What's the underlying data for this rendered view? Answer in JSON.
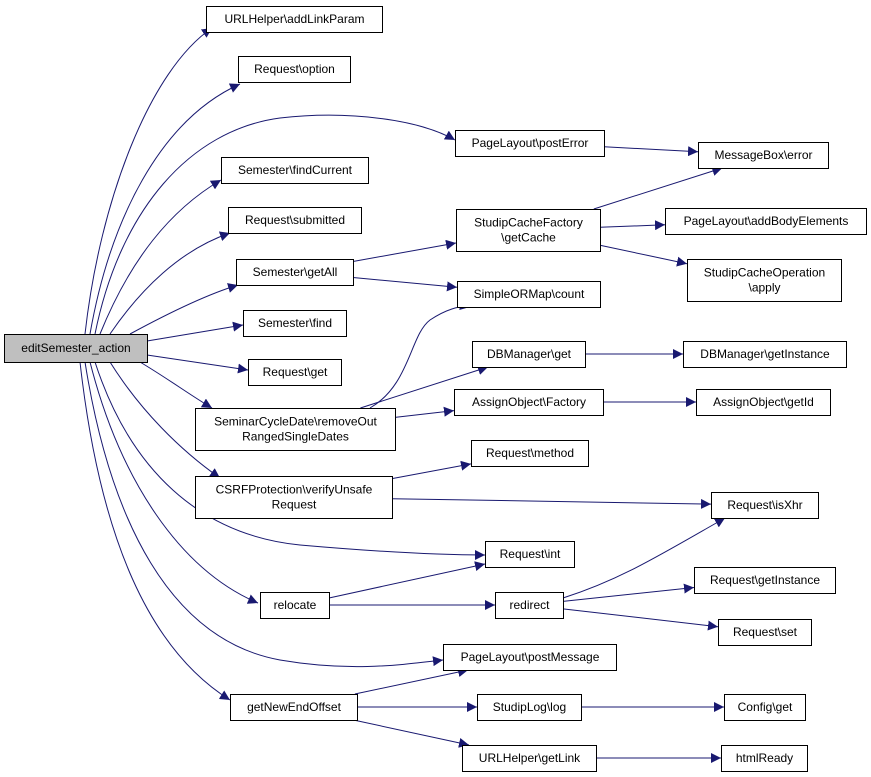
{
  "diagram": {
    "type": "call-graph",
    "edge_color": "#191970",
    "root_fill": "#bfbfbf",
    "nodes": [
      {
        "id": "root",
        "label": [
          "editSemester_action"
        ],
        "root": true
      },
      {
        "id": "urlhelper-addlinkparam",
        "label": [
          "URLHelper\\addLinkParam"
        ]
      },
      {
        "id": "request-option",
        "label": [
          "Request\\option"
        ]
      },
      {
        "id": "pagelayout-posterror",
        "label": [
          "PageLayout\\postError"
        ]
      },
      {
        "id": "messagebox-error",
        "label": [
          "MessageBox\\error"
        ]
      },
      {
        "id": "semester-findcurrent",
        "label": [
          "Semester\\findCurrent"
        ]
      },
      {
        "id": "request-submitted",
        "label": [
          "Request\\submitted"
        ]
      },
      {
        "id": "studipcachefactory-getcache",
        "label": [
          "StudipCacheFactory",
          "\\getCache"
        ]
      },
      {
        "id": "pagelayout-addbodyelements",
        "label": [
          "PageLayout\\addBodyElements"
        ]
      },
      {
        "id": "semester-getall",
        "label": [
          "Semester\\getAll"
        ]
      },
      {
        "id": "studipcacheoperation-apply",
        "label": [
          "StudipCacheOperation",
          "\\apply"
        ]
      },
      {
        "id": "simpleormap-count",
        "label": [
          "SimpleORMap\\count"
        ]
      },
      {
        "id": "semester-find",
        "label": [
          "Semester\\find"
        ]
      },
      {
        "id": "dbmanager-get",
        "label": [
          "DBManager\\get"
        ]
      },
      {
        "id": "dbmanager-getinstance",
        "label": [
          "DBManager\\getInstance"
        ]
      },
      {
        "id": "request-get",
        "label": [
          "Request\\get"
        ]
      },
      {
        "id": "seminarcycledate-removeout",
        "label": [
          "SeminarCycleDate\\removeOut",
          "RangedSingleDates"
        ]
      },
      {
        "id": "assignobject-factory",
        "label": [
          "AssignObject\\Factory"
        ]
      },
      {
        "id": "assignobject-getid",
        "label": [
          "AssignObject\\getId"
        ]
      },
      {
        "id": "request-method",
        "label": [
          "Request\\method"
        ]
      },
      {
        "id": "csrfprotection-verify",
        "label": [
          "CSRFProtection\\verifyUnsafe",
          "Request"
        ]
      },
      {
        "id": "request-isxhr",
        "label": [
          "Request\\isXhr"
        ]
      },
      {
        "id": "request-int",
        "label": [
          "Request\\int"
        ]
      },
      {
        "id": "relocate",
        "label": [
          "relocate"
        ]
      },
      {
        "id": "redirect",
        "label": [
          "redirect"
        ]
      },
      {
        "id": "request-getinstance",
        "label": [
          "Request\\getInstance"
        ]
      },
      {
        "id": "request-set",
        "label": [
          "Request\\set"
        ]
      },
      {
        "id": "pagelayout-postmessage",
        "label": [
          "PageLayout\\postMessage"
        ]
      },
      {
        "id": "getnewendoffset",
        "label": [
          "getNewEndOffset"
        ]
      },
      {
        "id": "studiplog-log",
        "label": [
          "StudipLog\\log"
        ]
      },
      {
        "id": "config-get",
        "label": [
          "Config\\get"
        ]
      },
      {
        "id": "urlhelper-getlink",
        "label": [
          "URLHelper\\getLink"
        ]
      },
      {
        "id": "htmlready",
        "label": [
          "htmlReady"
        ]
      }
    ],
    "edges": [
      {
        "from": "root",
        "to": "urlhelper-addlinkparam"
      },
      {
        "from": "root",
        "to": "request-option"
      },
      {
        "from": "root",
        "to": "pagelayout-posterror"
      },
      {
        "from": "root",
        "to": "semester-findcurrent"
      },
      {
        "from": "root",
        "to": "request-submitted"
      },
      {
        "from": "root",
        "to": "semester-getall"
      },
      {
        "from": "root",
        "to": "semester-find"
      },
      {
        "from": "root",
        "to": "request-get"
      },
      {
        "from": "root",
        "to": "seminarcycledate-removeout"
      },
      {
        "from": "root",
        "to": "csrfprotection-verify"
      },
      {
        "from": "root",
        "to": "request-int"
      },
      {
        "from": "root",
        "to": "relocate"
      },
      {
        "from": "root",
        "to": "pagelayout-postmessage"
      },
      {
        "from": "root",
        "to": "getnewendoffset"
      },
      {
        "from": "pagelayout-posterror",
        "to": "messagebox-error"
      },
      {
        "from": "studipcachefactory-getcache",
        "to": "messagebox-error"
      },
      {
        "from": "studipcachefactory-getcache",
        "to": "pagelayout-addbodyelements"
      },
      {
        "from": "studipcachefactory-getcache",
        "to": "studipcacheoperation-apply"
      },
      {
        "from": "semester-getall",
        "to": "studipcachefactory-getcache"
      },
      {
        "from": "semester-getall",
        "to": "simpleormap-count"
      },
      {
        "from": "seminarcycledate-removeout",
        "to": "simpleormap-count"
      },
      {
        "from": "seminarcycledate-removeout",
        "to": "dbmanager-get"
      },
      {
        "from": "seminarcycledate-removeout",
        "to": "assignobject-factory"
      },
      {
        "from": "dbmanager-get",
        "to": "dbmanager-getinstance"
      },
      {
        "from": "assignobject-factory",
        "to": "assignobject-getid"
      },
      {
        "from": "csrfprotection-verify",
        "to": "request-method"
      },
      {
        "from": "csrfprotection-verify",
        "to": "request-isxhr"
      },
      {
        "from": "relocate",
        "to": "request-int"
      },
      {
        "from": "relocate",
        "to": "redirect"
      },
      {
        "from": "redirect",
        "to": "request-isxhr"
      },
      {
        "from": "redirect",
        "to": "request-getinstance"
      },
      {
        "from": "redirect",
        "to": "request-set"
      },
      {
        "from": "getnewendoffset",
        "to": "pagelayout-postmessage"
      },
      {
        "from": "getnewendoffset",
        "to": "studiplog-log"
      },
      {
        "from": "getnewendoffset",
        "to": "urlhelper-getlink"
      },
      {
        "from": "studiplog-log",
        "to": "config-get"
      },
      {
        "from": "urlhelper-getlink",
        "to": "htmlready"
      }
    ]
  }
}
